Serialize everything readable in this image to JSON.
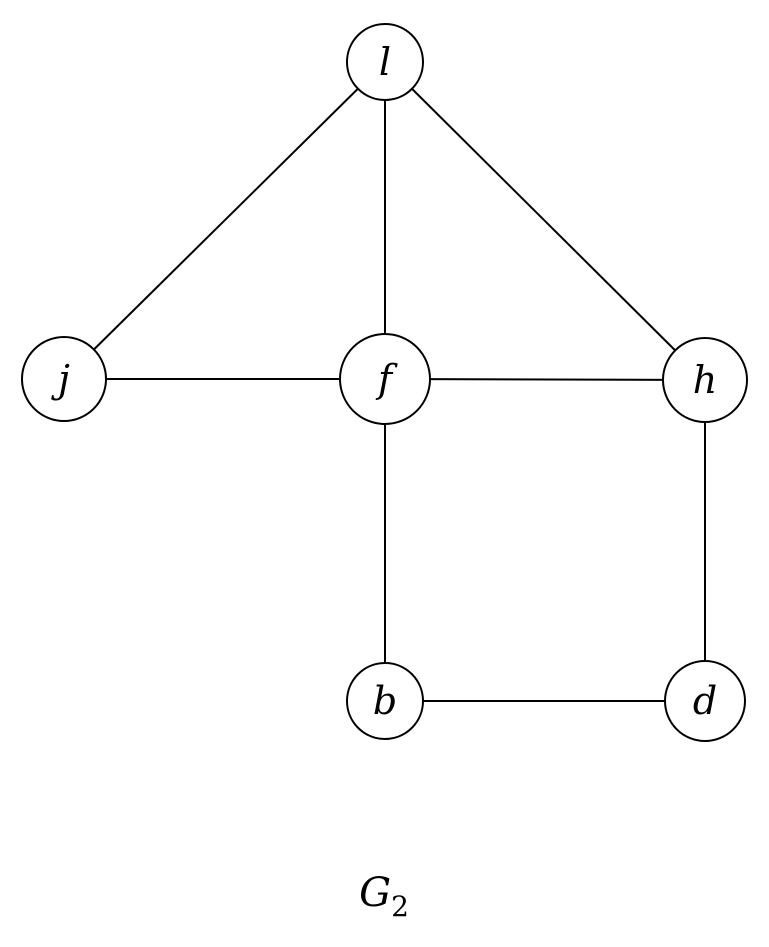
{
  "graph": {
    "caption": {
      "main": "G",
      "subscript": "2"
    },
    "nodes": [
      {
        "id": "l",
        "label": "l"
      },
      {
        "id": "j",
        "label": "j"
      },
      {
        "id": "f",
        "label": "f"
      },
      {
        "id": "h",
        "label": "h"
      },
      {
        "id": "b",
        "label": "b"
      },
      {
        "id": "d",
        "label": "d"
      }
    ],
    "edges": [
      {
        "from": "l",
        "to": "j"
      },
      {
        "from": "l",
        "to": "f"
      },
      {
        "from": "l",
        "to": "h"
      },
      {
        "from": "j",
        "to": "f"
      },
      {
        "from": "f",
        "to": "h"
      },
      {
        "from": "f",
        "to": "b"
      },
      {
        "from": "h",
        "to": "d"
      },
      {
        "from": "b",
        "to": "d"
      }
    ]
  }
}
